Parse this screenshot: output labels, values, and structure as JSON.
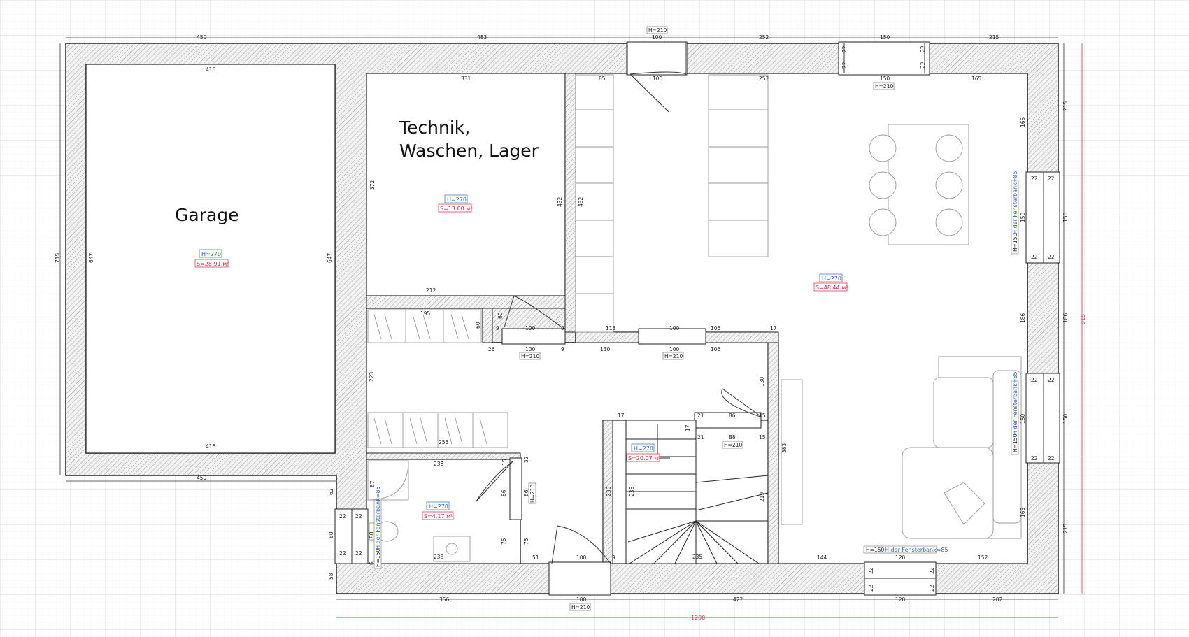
{
  "rooms": {
    "garage": {
      "name": "Garage",
      "height": "H=270",
      "area": "S=28.91 м²"
    },
    "technik": {
      "name_line1": "Technik,",
      "name_line2": "Waschen, Lager",
      "height": "H=270",
      "area": "S=13.00 м²"
    },
    "living": {
      "height": "H=270",
      "area": "S=48.44 м²"
    },
    "hall": {
      "height": "H=270",
      "area": "S=20.07 м²"
    },
    "bath": {
      "height": "H=270",
      "area": "S=4.17 м²"
    }
  },
  "tags": {
    "door_top": "H=210",
    "win_top": "H=210",
    "door_tech": "H=210",
    "door_living": "H=210",
    "door_stair": "H=210",
    "door_bath": "H=210",
    "door_bottom": "H=210",
    "sill_right_upper_h": "H=150",
    "sill_right_upper_f": "H der Fensterbank=85",
    "sill_right_lower_h": "H=150",
    "sill_right_lower_f": "H der Fensterbank=85",
    "sill_bottom_h": "H=150",
    "sill_bottom_f": "H der Fensterbank=85",
    "sill_bath_h": "H=150",
    "sill_bath_f": "H der Fensterbank=85"
  },
  "dims": {
    "top_450": "450",
    "top_483": "483",
    "top_100": "100",
    "top_252": "252",
    "top_150": "150",
    "top_215": "215",
    "in_garage_top": "416",
    "in_garage_bottom": "416",
    "in_garage_left": "647",
    "in_garage_right": "647",
    "outer_left": "715",
    "bottom_garage": "450",
    "tech_331": "331",
    "tech_372": "372",
    "tech_432": "432",
    "tech_212": "212",
    "tech_60": "60",
    "tech_9a": "9",
    "tech_9b": "9",
    "tech_100": "100",
    "living_85": "85",
    "living_100": "100",
    "living_252": "252",
    "living_150": "150",
    "living_165": "165",
    "living_432": "432",
    "right_165a": "165",
    "right_150a": "150",
    "right_186": "186",
    "right_150b": "150",
    "right_165b": "165",
    "outer_215a": "215",
    "outer_150a": "150",
    "outer_186": "186",
    "outer_150b": "150",
    "outer_215b": "215",
    "win_22a": "22",
    "win_22b": "22",
    "win_22c": "22",
    "win_22d": "22",
    "rw_22a": "22",
    "rw_22b": "22",
    "rw_22c": "22",
    "rw_22d": "22",
    "rw_22e": "22",
    "rw_22f": "22",
    "rw_22g": "22",
    "rw_22h": "22",
    "mid_113": "113",
    "mid_100": "100",
    "mid_106": "106",
    "mid_17": "17",
    "low_26": "26",
    "low_100": "100",
    "low_9": "9",
    "low_130": "130",
    "low_100b": "100",
    "low_106": "106",
    "hall_195": "195",
    "hall_60": "60",
    "hall_223": "223",
    "hall_255": "255",
    "st_17": "17",
    "st_21a": "21",
    "st_86": "86",
    "st_15a": "15",
    "st_17b": "17",
    "st_21b": "21",
    "st_88": "88",
    "st_15b": "15",
    "st_130": "130",
    "st_236a": "236",
    "st_236b": "236",
    "st_219": "219",
    "st_235": "235",
    "st_9": "9",
    "st_100": "100",
    "st_51": "51",
    "st_75a": "75",
    "st_75b": "75",
    "bath_238a": "238",
    "bath_238b": "238",
    "bath_15": "15",
    "bath_32": "32",
    "bath_86a": "86",
    "bath_86b": "86",
    "bath_87": "87",
    "bath_80a": "80",
    "bath_80b": "80",
    "bath_62": "62",
    "bath_58": "58",
    "bath_6": "6",
    "bw_22a": "22",
    "bw_22b": "22",
    "bw_22c": "22",
    "bw_22d": "22",
    "liv_383": "383",
    "liv_144": "144",
    "liv_120": "120",
    "liv_152": "152",
    "bot_356": "356",
    "bot_100": "100",
    "bot_422": "422",
    "bot_120": "120",
    "bot_202": "202",
    "bw2_22a": "22",
    "bw2_22b": "22",
    "bw2_22c": "22",
    "bw2_22d": "22",
    "total_width": "1200",
    "total_height": "915"
  }
}
